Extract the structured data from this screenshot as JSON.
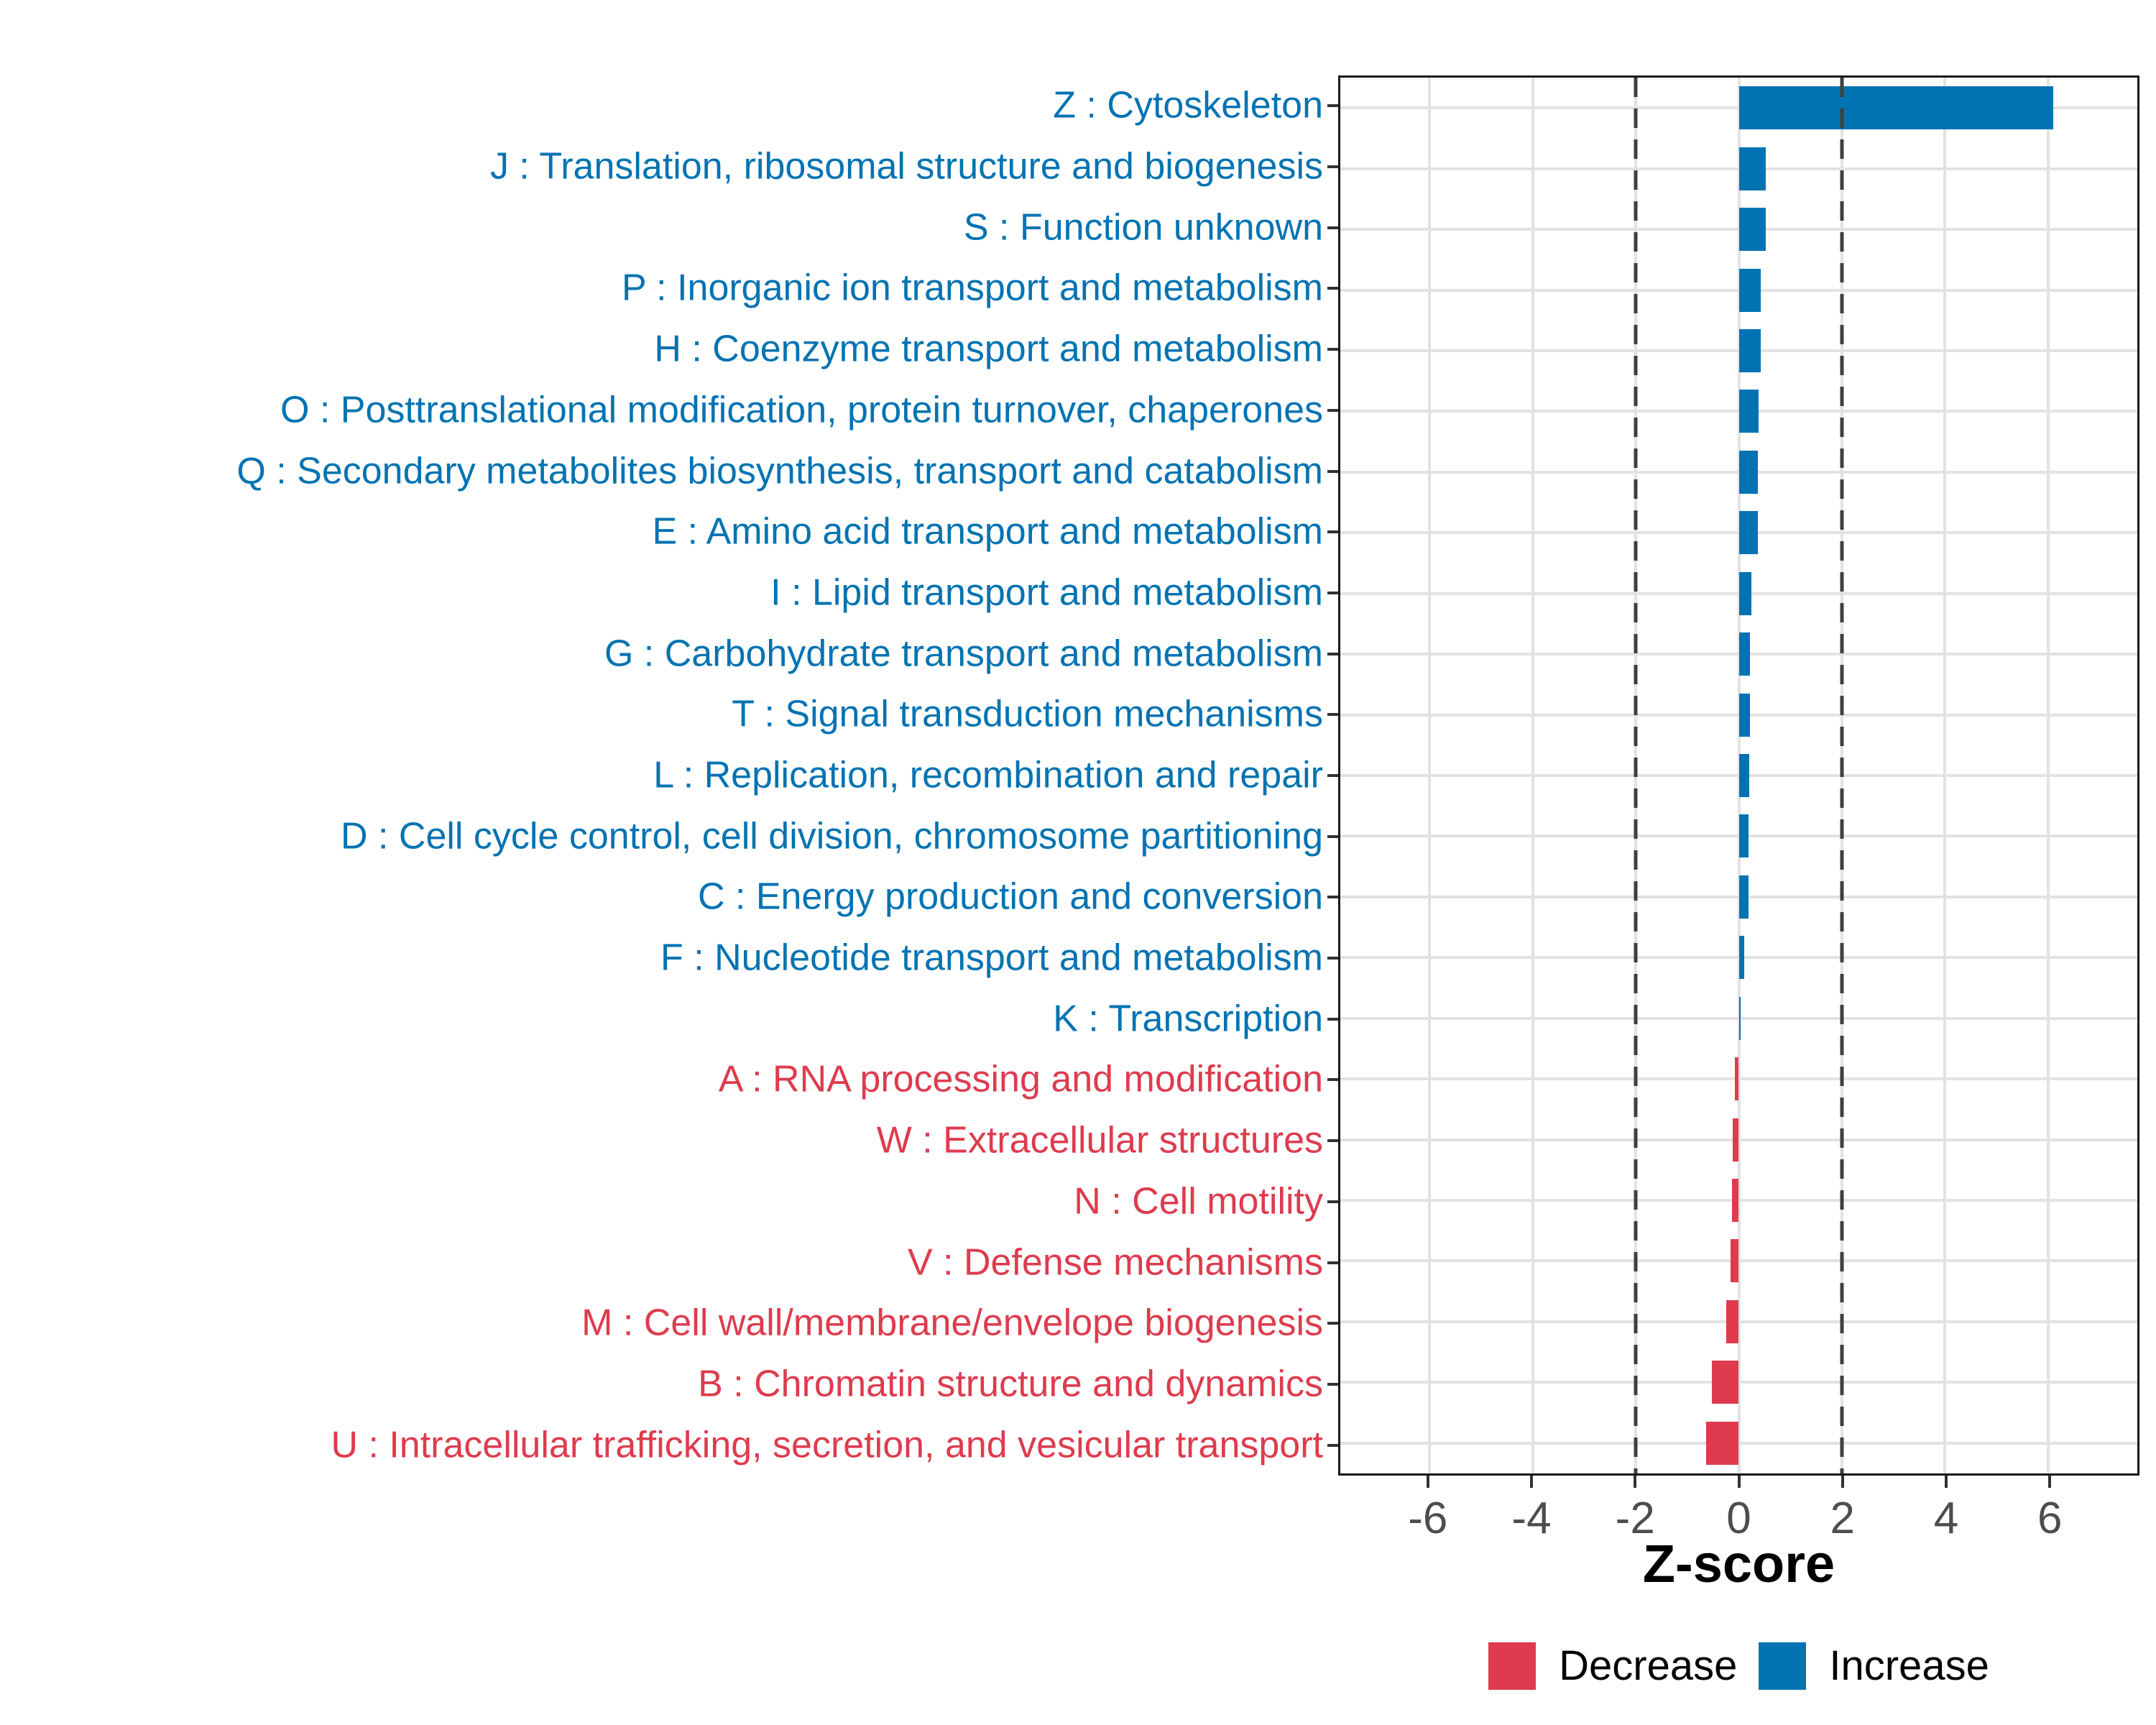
{
  "chart_data": {
    "type": "bar",
    "orientation": "horizontal",
    "xlabel": "Z-score",
    "xlim": [
      -7.73,
      7.73
    ],
    "x_ticks": [
      -6,
      -4,
      -2,
      0,
      2,
      4,
      6
    ],
    "threshold_lines": [
      -2,
      2
    ],
    "grid": "on",
    "legend_position": "bottom",
    "legend": [
      {
        "label": "Decrease",
        "color": "#de3b4e"
      },
      {
        "label": "Increase",
        "color": "#0173b2"
      }
    ],
    "categories": [
      {
        "label": "Z : Cytoskeleton",
        "value": 6.1,
        "direction": "Increase"
      },
      {
        "label": "J : Translation, ribosomal structure and biogenesis",
        "value": 0.52,
        "direction": "Increase"
      },
      {
        "label": "S : Function unknown",
        "value": 0.52,
        "direction": "Increase"
      },
      {
        "label": "P : Inorganic ion transport and metabolism",
        "value": 0.42,
        "direction": "Increase"
      },
      {
        "label": "H : Coenzyme transport and metabolism",
        "value": 0.42,
        "direction": "Increase"
      },
      {
        "label": "O : Posttranslational modification, protein turnover, chaperones",
        "value": 0.39,
        "direction": "Increase"
      },
      {
        "label": "Q : Secondary metabolites biosynthesis, transport and catabolism",
        "value": 0.37,
        "direction": "Increase"
      },
      {
        "label": "E : Amino acid transport and metabolism",
        "value": 0.37,
        "direction": "Increase"
      },
      {
        "label": "I : Lipid transport and metabolism",
        "value": 0.25,
        "direction": "Increase"
      },
      {
        "label": "G : Carbohydrate transport and metabolism",
        "value": 0.21,
        "direction": "Increase"
      },
      {
        "label": "T : Signal transduction mechanisms",
        "value": 0.21,
        "direction": "Increase"
      },
      {
        "label": "L : Replication, recombination and repair",
        "value": 0.2,
        "direction": "Increase"
      },
      {
        "label": "D : Cell cycle control, cell division, chromosome partitioning",
        "value": 0.19,
        "direction": "Increase"
      },
      {
        "label": "C : Energy production and conversion",
        "value": 0.19,
        "direction": "Increase"
      },
      {
        "label": "F : Nucleotide transport and metabolism",
        "value": 0.11,
        "direction": "Increase"
      },
      {
        "label": "K : Transcription",
        "value": 0.04,
        "direction": "Increase"
      },
      {
        "label": "A : RNA processing and modification",
        "value": -0.07,
        "direction": "Decrease"
      },
      {
        "label": "W : Extracellular structures",
        "value": -0.12,
        "direction": "Decrease"
      },
      {
        "label": "N : Cell motility",
        "value": -0.13,
        "direction": "Decrease"
      },
      {
        "label": "V : Defense mechanisms",
        "value": -0.16,
        "direction": "Decrease"
      },
      {
        "label": "M : Cell wall/membrane/envelope biogenesis",
        "value": -0.25,
        "direction": "Decrease"
      },
      {
        "label": "B : Chromatin structure and dynamics",
        "value": -0.52,
        "direction": "Decrease"
      },
      {
        "label": "U : Intracellular trafficking, secretion, and vesicular transport",
        "value": -0.64,
        "direction": "Decrease"
      }
    ],
    "colors": {
      "increase": "#0173b2",
      "decrease": "#de3b4e",
      "gridline": "#e2e2e2",
      "threshold_dash": "#3f3f3f",
      "panel_border": "#1a1a1a",
      "axis_tick": "#333333",
      "tick_label_text": "#4d4d4d",
      "axis_title_text": "#000000",
      "legend_text": "#000000"
    }
  }
}
